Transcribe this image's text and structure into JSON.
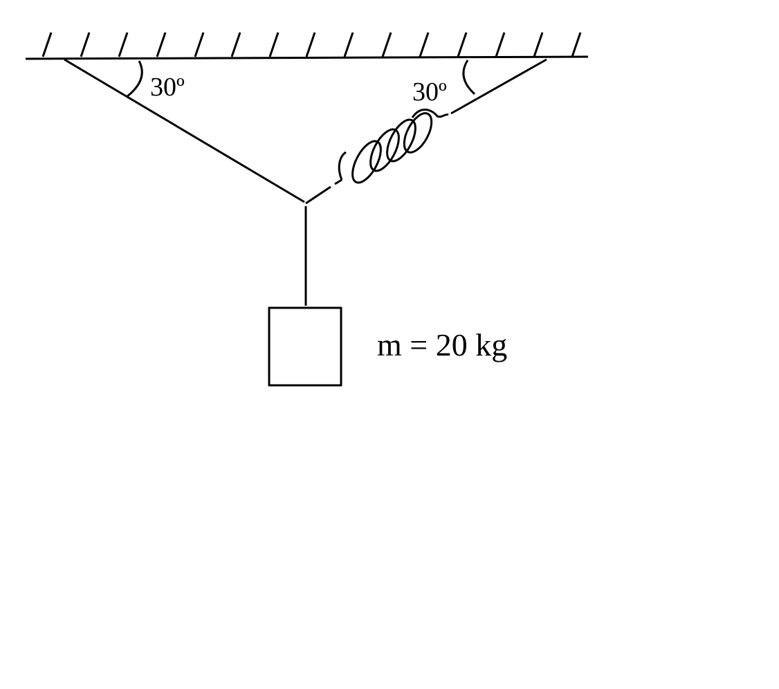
{
  "diagram": {
    "left_angle_label": "30º",
    "right_angle_label": "30º",
    "mass_label": "m = 20 kg"
  }
}
